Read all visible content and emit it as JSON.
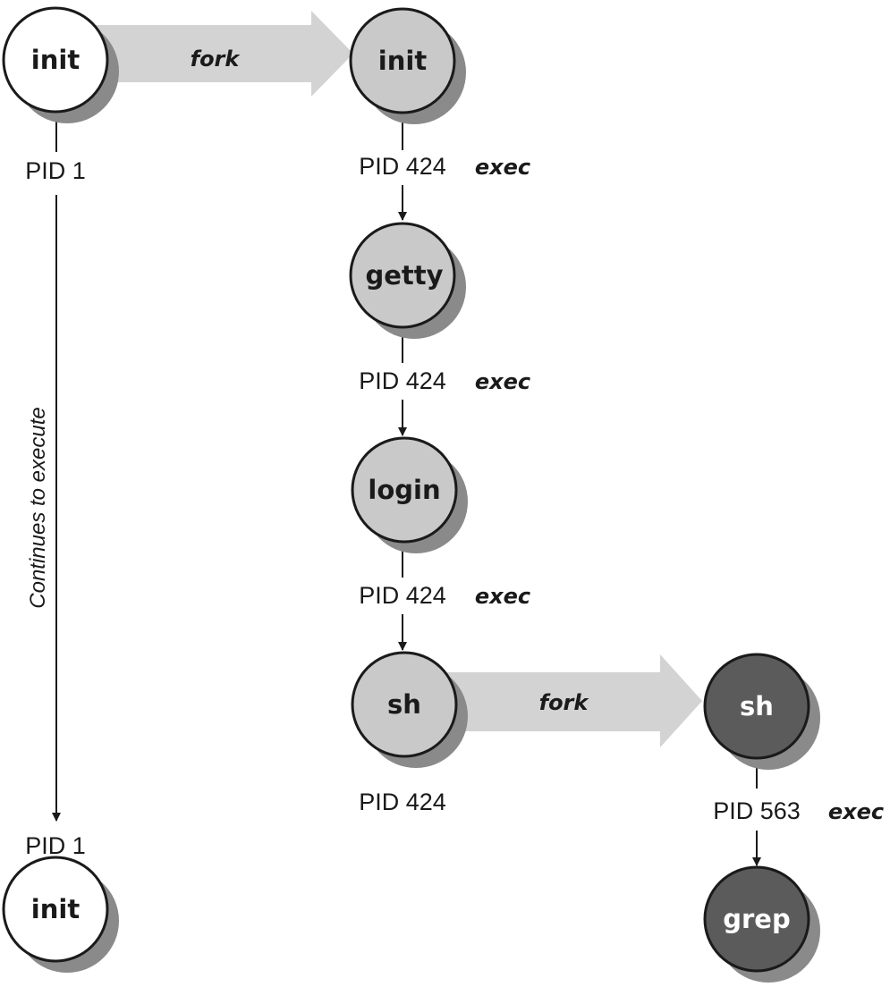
{
  "colors": {
    "white_process": "#ffffff",
    "light_process": "#c9c9c9",
    "dark_process": "#5b5b5b",
    "shadow": "#8a8a8a",
    "fork_arrow": "#d3d3d3",
    "line": "#1a1a1a"
  },
  "nodes": {
    "init_top": "init",
    "init_child": "init",
    "getty": "getty",
    "login": "login",
    "sh": "sh",
    "sh_child": "sh",
    "grep": "grep",
    "init_bottom": "init"
  },
  "pids": {
    "init_top": "PID 1",
    "init_child": "PID 424",
    "getty": "PID 424",
    "login": "PID 424",
    "sh": "PID 424",
    "sh_child": "PID 563",
    "init_bottom": "PID 1"
  },
  "operations": {
    "fork_top": "fork",
    "exec_1": "exec",
    "exec_2": "exec",
    "exec_3": "exec",
    "fork_bottom": "fork",
    "exec_4": "exec"
  },
  "side_label": "Continues to execute"
}
